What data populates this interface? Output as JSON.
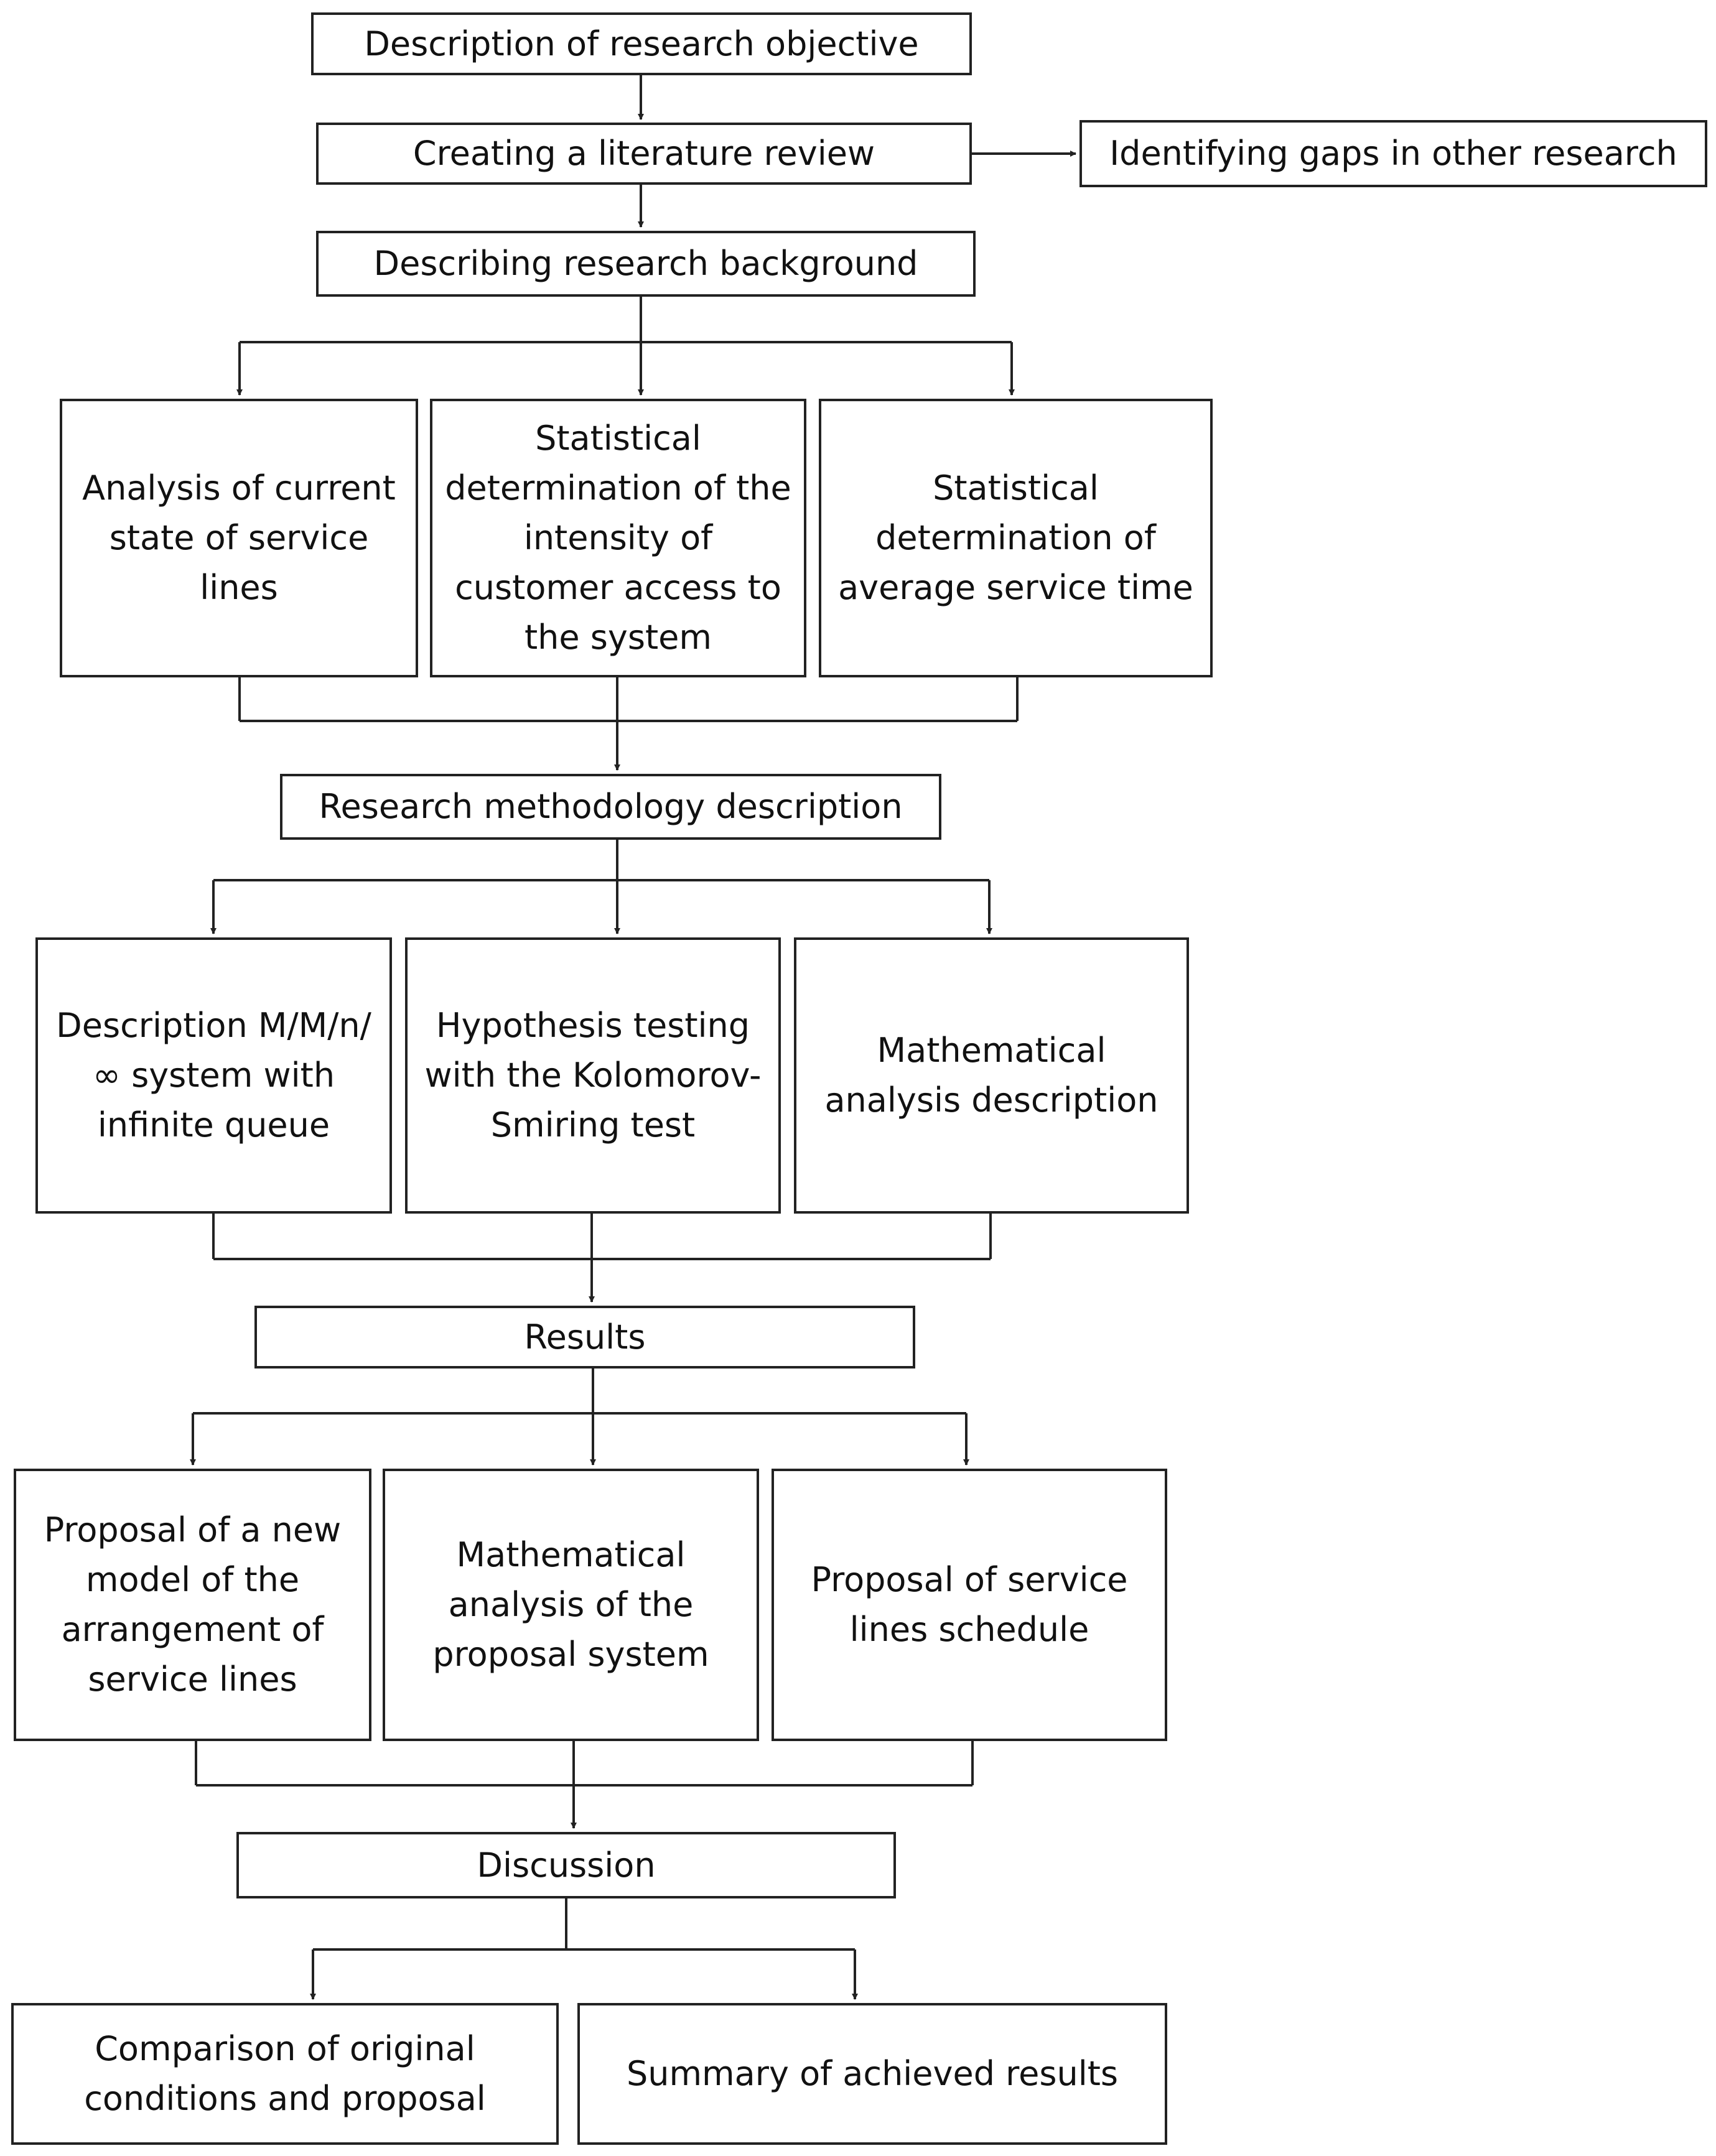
{
  "nodes": {
    "objective": "Description of research objective",
    "literature": "Creating a literature review",
    "gaps": "Identifying gaps in other research",
    "background": "Describing research background",
    "analysis_current": "Analysis of current state of service lines",
    "stat_intensity": "Statistical determination of the intensity of customer access to the system",
    "stat_service_time": "Statistical determination of average service time",
    "methodology": "Research methodology description",
    "mmn_system": "Description M/M/n/∞ system with infinite queue",
    "hypothesis": "Hypothesis testing with the Kolomorov-Smiring test",
    "math_description": "Mathematical analysis description",
    "results": "Results",
    "new_model": "Proposal of a new model of the arrangement of service lines",
    "math_proposal": "Mathematical analysis of the proposal system",
    "schedule": "Proposal of service lines schedule",
    "discussion": "Discussion",
    "comparison": "Comparison of original conditions and proposal",
    "summary": "Summary of achieved results"
  },
  "colors": {
    "line": "#222222",
    "box_fill": "#ffffff",
    "text": "#111111"
  }
}
